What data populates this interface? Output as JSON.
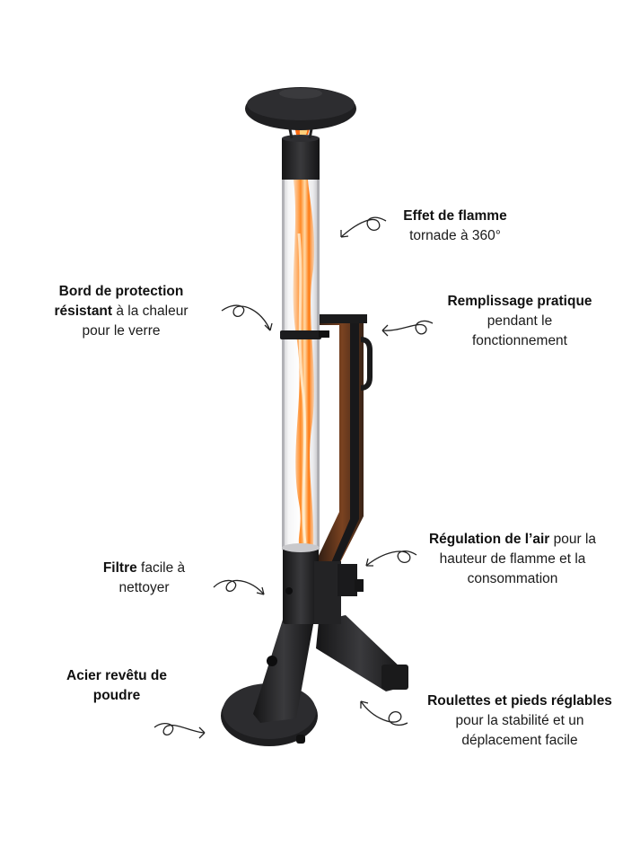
{
  "features": {
    "flame": {
      "bold": "Effet de flamme",
      "rest": "tornade à 360°"
    },
    "edge": {
      "bold1": "Bord de protection",
      "bold2": "résistant",
      "rest2": " à la chaleur",
      "line3": "pour le verre"
    },
    "refill": {
      "bold": "Remplissage pratique",
      "line2": "pendant le",
      "line3": "fonctionnement"
    },
    "filter": {
      "bold": "Filtre",
      "rest1": " facile à",
      "line2": "nettoyer"
    },
    "air": {
      "bold": "Régulation de l’air",
      "rest1": " pour la",
      "line2": "hauteur de flamme et la",
      "line3": "consommation"
    },
    "steel": {
      "bold1": "Acier revêtu de",
      "bold2": "poudre"
    },
    "wheels": {
      "bold": "Roulettes et pieds réglables",
      "line2": "pour la stabilité et un",
      "line3": "déplacement facile"
    }
  },
  "colors": {
    "metal": "#1d1d1f",
    "rust": "#6b3a1f",
    "flame": "#ff7a1a",
    "glass": "#e9e9ea"
  },
  "icons": [
    "curly-arrow-icon"
  ]
}
